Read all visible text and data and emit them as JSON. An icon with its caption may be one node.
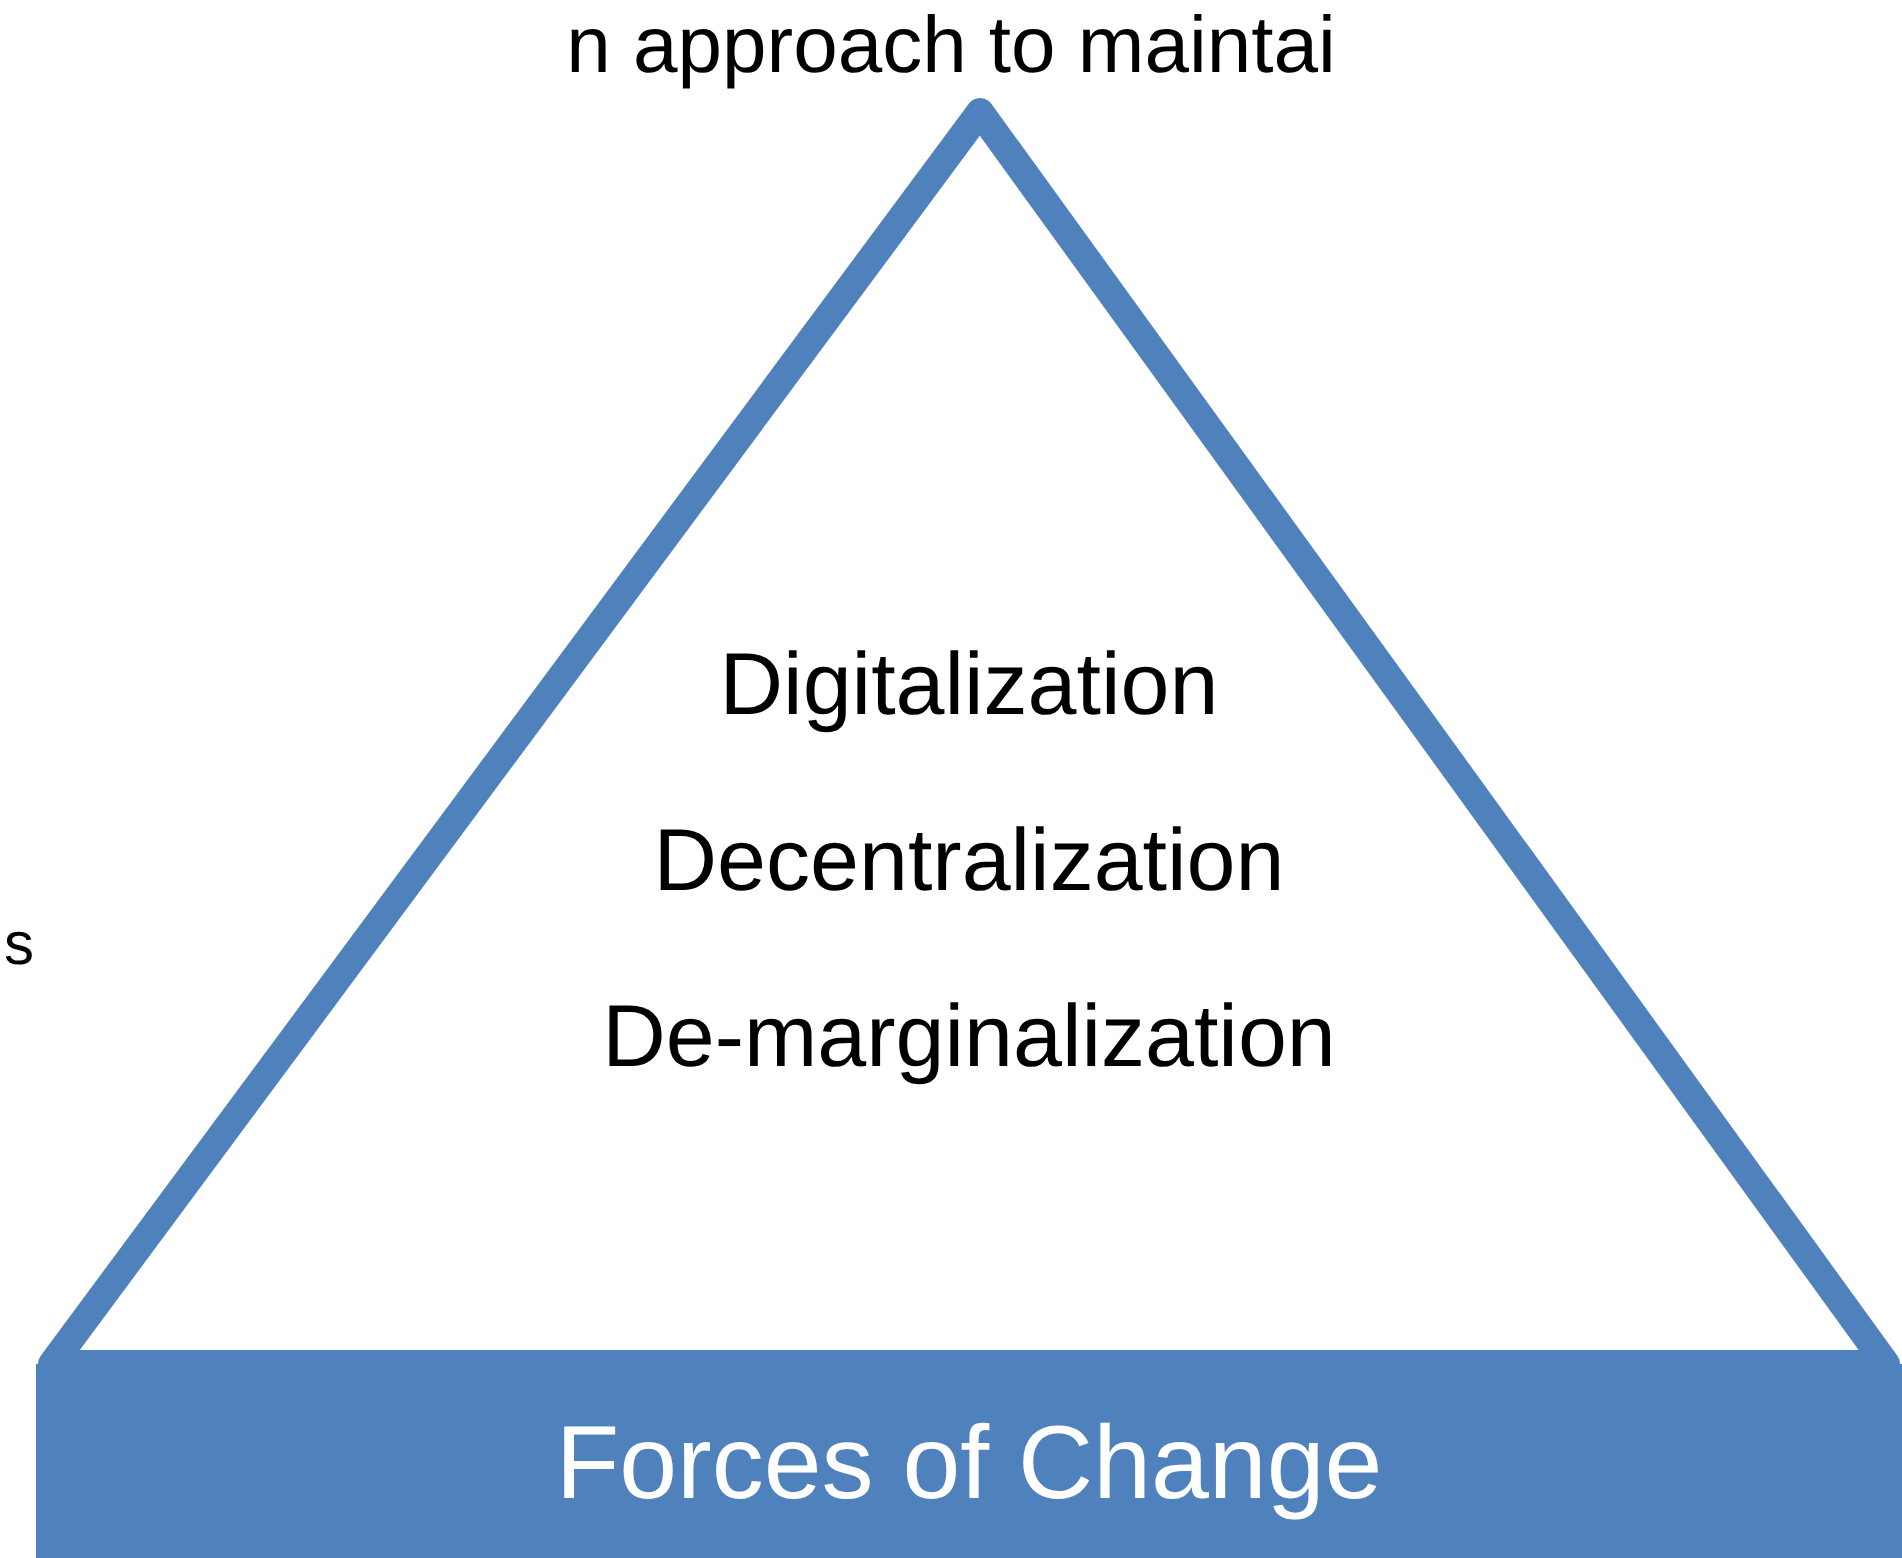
{
  "diagram": {
    "title": "n approach to maintai",
    "nodes": [
      {
        "text": [
          "Digitalization",
          "Decentralization",
          "De-marginalization"
        ]
      },
      {
        "text": [
          "Forces of Change"
        ]
      }
    ],
    "labels": [
      "s"
    ]
  }
}
